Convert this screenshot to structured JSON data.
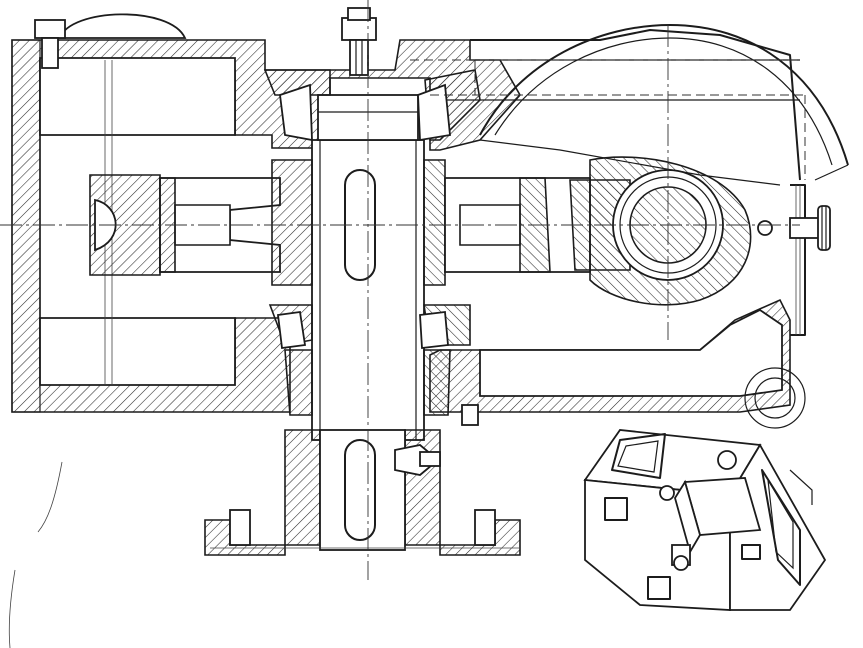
{
  "drawing": {
    "kind": "technical-drawing",
    "views": [
      "sectional-view",
      "isometric-view"
    ],
    "line_color": "#1c1c1c",
    "background": "#ffffff"
  }
}
